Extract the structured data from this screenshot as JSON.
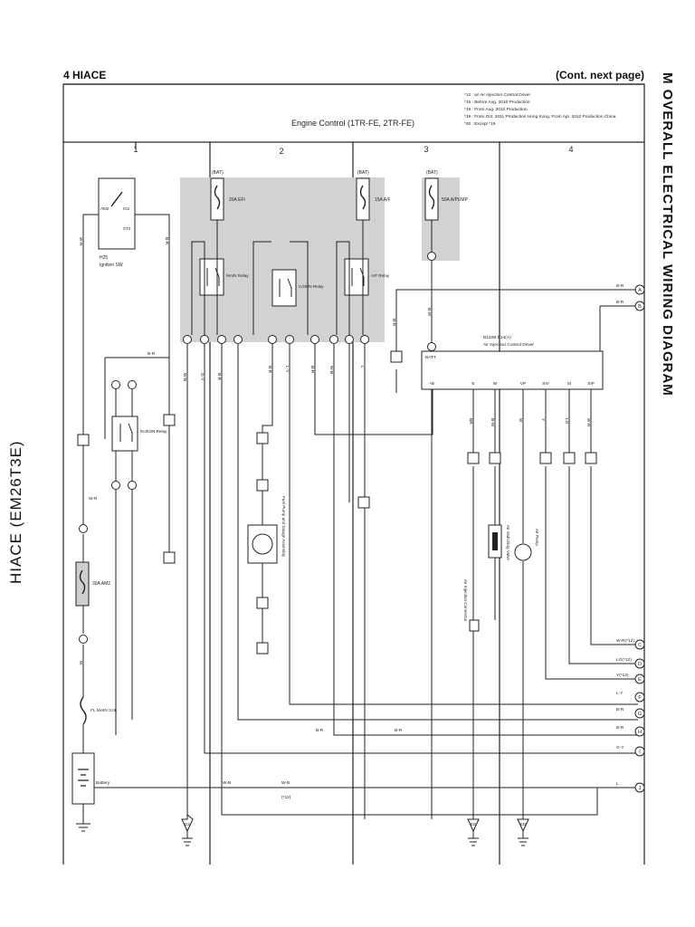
{
  "header": {
    "page_title": "4  HIACE",
    "continued": "(Cont.  next page)"
  },
  "side_titles": {
    "right": "M    OVERALL ELECTRICAL WIRING DIAGRAM",
    "left": "HIACE (EM26T3E)"
  },
  "diagram": {
    "title": "Engine Control (1TR-FE,  2TR-FE)",
    "notes": [
      "*12 : w/ Air Injection Control Driver",
      "*15 : Before Aug.  2010 Production",
      "*18 : From Aug.  2010 Production",
      "*19 : From Oct.  2011 Production Hong Kong,  From Apr.  2012 Production China",
      "*20 : Except *19"
    ],
    "columns": [
      "1",
      "2",
      "3",
      "4"
    ],
    "components": {
      "ignition_sw": "Ignition SW",
      "ignition_id": "H25",
      "am2_terminal": "AM2",
      "ig2_terminal": "IG2",
      "st2_terminal": "ST2",
      "efi_fuse": "20A EFI",
      "ap_fuse": "15A A/F",
      "airpump_fuse": "50A A/PUMP",
      "batt_labels": [
        "(BAT)",
        "(BAT)",
        "(BAT)"
      ],
      "main_relay": "MAIN Relay",
      "cirn_relay": "C/OPN Relay",
      "af_relay": "A/F Relay",
      "injection_relay": "INJ/ION Relay",
      "am2_fuse": "30A AM2",
      "fl_main": "FL MAIN 3.0L",
      "battery": "Battery",
      "driver_id": "B120B  B14(A)",
      "driver_name": "Air Injection Control Driver",
      "driver_batt": "BATT",
      "driver_pins": [
        "+B",
        "E",
        "W",
        "VP",
        "SIV",
        "SI",
        "SIP"
      ],
      "fuel_pump": "Fuel Pump and Gauge Assembly",
      "air_sw_valve": "Air Switching Valve",
      "air_pump": "Air Pump",
      "air_inj_conn": "Air Injection Connector"
    },
    "wire_colors": {
      "w_r": "W-R",
      "b_r": "B-R",
      "w_b": "W-B",
      "g_y": "G-Y",
      "l_y": "L-Y",
      "l": "L",
      "w": "W",
      "b_w": "B-W",
      "y": "Y",
      "lg": "LG",
      "br": "BR"
    },
    "right_connectors": [
      {
        "id": "A",
        "wire": "B-R"
      },
      {
        "id": "B",
        "wire": "B-R"
      },
      {
        "id": "C",
        "wire": "W-R(*12)"
      },
      {
        "id": "D",
        "wire": "LG(*12)"
      },
      {
        "id": "E",
        "wire": "Y(*12)"
      },
      {
        "id": "F",
        "wire": "L-Y"
      },
      {
        "id": "G",
        "wire": "B-R"
      },
      {
        "id": "H",
        "wire": "B-R"
      },
      {
        "id": "I",
        "wire": "G-Y"
      },
      {
        "id": "J",
        "wire": "L"
      }
    ],
    "ground_labels": [
      "E2",
      "ED",
      "ED"
    ],
    "note_12": "(*12)"
  }
}
